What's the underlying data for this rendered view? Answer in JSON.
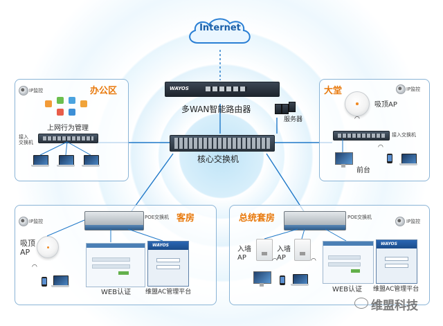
{
  "internet": {
    "label": "Internet"
  },
  "router": {
    "label": "多WAN智能路由器",
    "brand": "WAYOS"
  },
  "server": {
    "label": "服务器"
  },
  "core_switch": {
    "label": "核心交换机"
  },
  "office": {
    "title": "办公区",
    "camera_label": "IP监控",
    "access_switch_label": "接入\n交换机",
    "behavior_label": "上网行为管理"
  },
  "lobby": {
    "title": "大堂",
    "camera_label": "IP监控",
    "ap_label": "吸顶AP",
    "access_switch_label": "接入交换机",
    "front_desk_label": "前台"
  },
  "guest": {
    "title": "客房",
    "camera_label": "IP监控",
    "poe_label": "POE交换机",
    "ap_label": "吸顶\nAP",
    "web_auth_label": "WEB认证",
    "ac_label": "维盟AC管理平台"
  },
  "suite": {
    "title": "总统套房",
    "camera_label": "IP监控",
    "poe_label": "POE交换机",
    "wall_ap_label_1": "入墙\nAP",
    "wall_ap_label_2": "入墙\nAP",
    "web_auth_label": "WEB认证",
    "ac_label": "维盟AC管理平台"
  },
  "watermark": {
    "text": "维盟科技"
  },
  "colors": {
    "zone_border": "#8ab4d6",
    "zone_title": "#e8790c",
    "link_line": "#1f78c8",
    "internet_text": "#1a5fa8"
  },
  "icons": [
    "cloud-icon",
    "router-icon",
    "server-icon",
    "switch-icon",
    "camera-icon",
    "ap-icon",
    "laptop-icon",
    "phone-icon",
    "monitor-icon",
    "wifi-icon"
  ]
}
